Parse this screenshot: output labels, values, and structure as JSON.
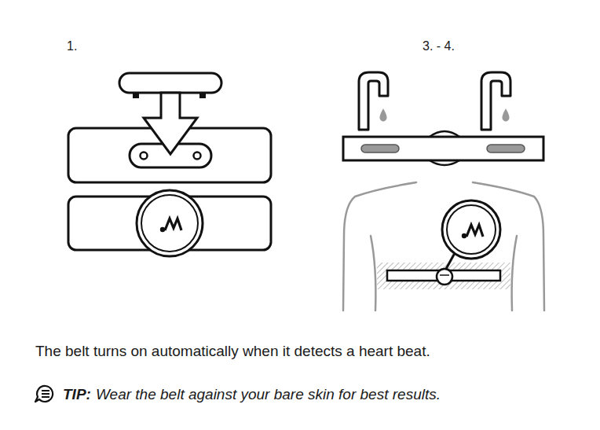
{
  "diagram": {
    "labels": [
      "1.",
      "3. - 4.",
      "The belt turns on automatically when it detects a heart beat.",
      "TIP:",
      "Wear the belt against your bare skin for best results."
    ]
  }
}
